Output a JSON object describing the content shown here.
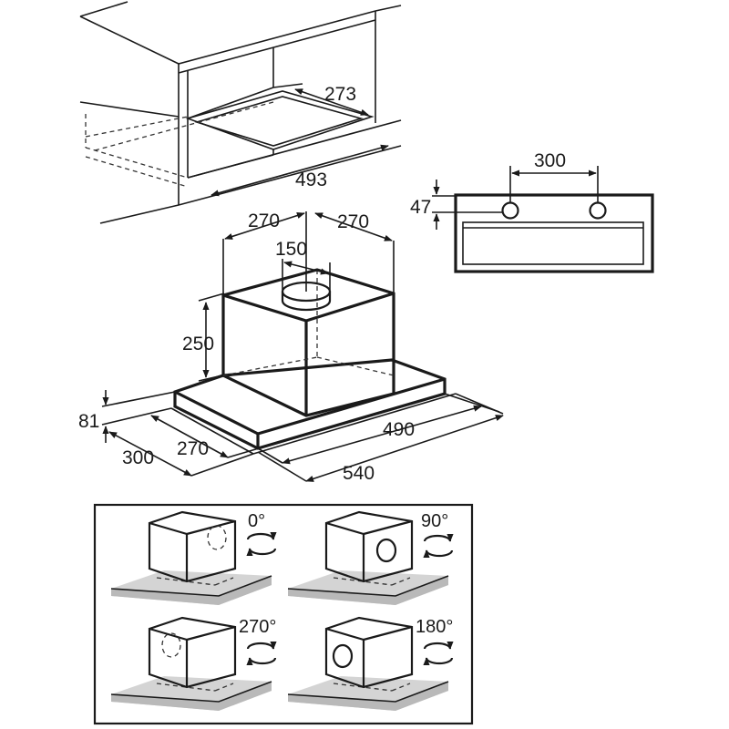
{
  "dimensions": {
    "cabinet_depth": "273",
    "cabinet_width": "493",
    "duct_spacing": "300",
    "duct_offset": "47",
    "motor_half_left": "270",
    "motor_half_right": "270",
    "duct_diameter": "150",
    "motor_height": "250",
    "hood_height": "81",
    "hood_depth_outer": "300",
    "hood_depth_inner": "270",
    "hood_width_inner": "490",
    "hood_width_outer": "540"
  },
  "rotations": [
    {
      "label": "0°"
    },
    {
      "label": "90°"
    },
    {
      "label": "270°"
    },
    {
      "label": "180°"
    }
  ]
}
